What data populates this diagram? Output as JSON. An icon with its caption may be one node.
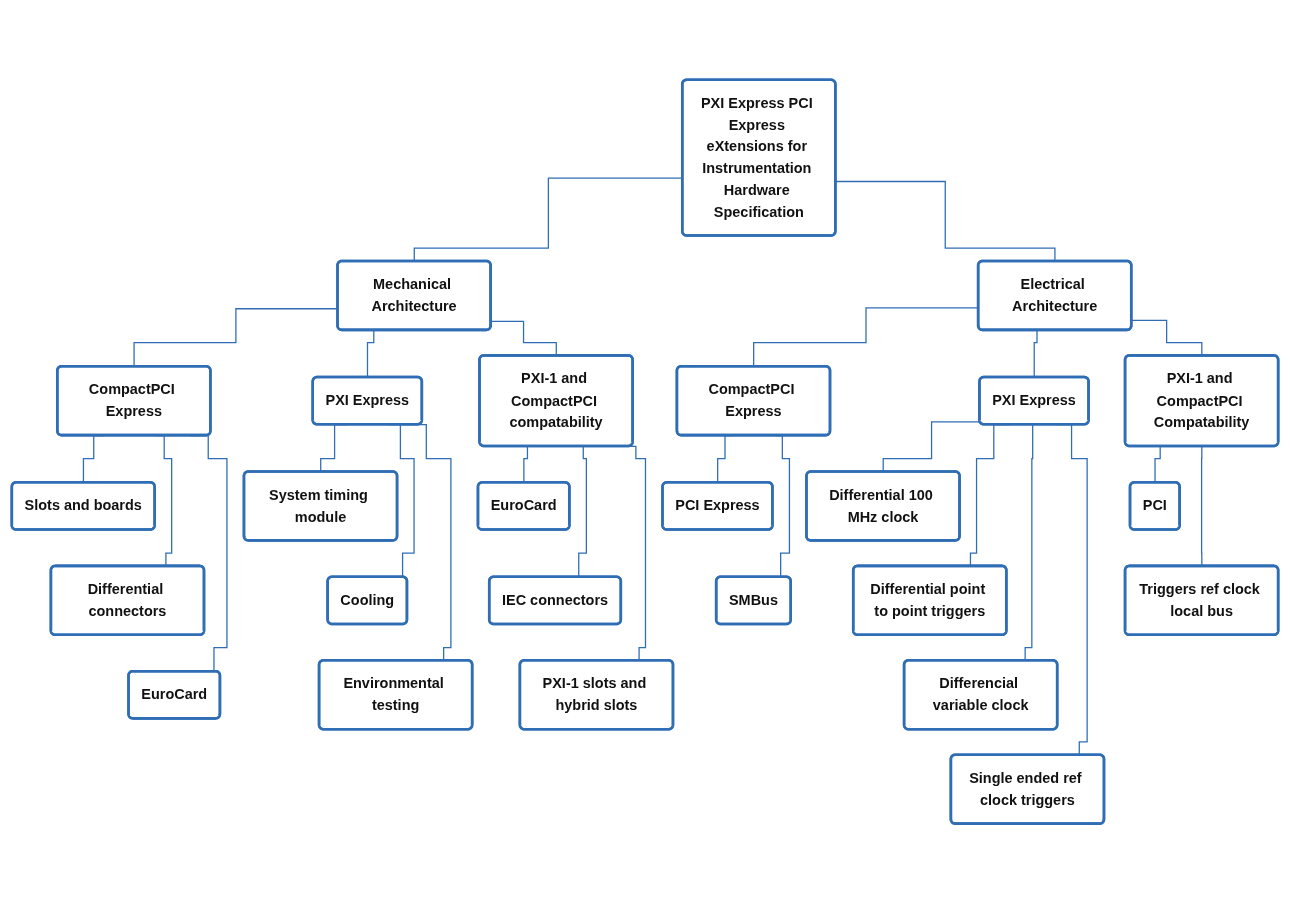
{
  "diagram": {
    "nodes": [
      {
        "text": [
          "PXI Express PCI Express eXtensions for Instrumentation Hardware Specification"
        ]
      },
      {
        "text": [
          "Mechanical Architecture"
        ]
      },
      {
        "text": [
          "Electrical Architecture"
        ]
      },
      {
        "text": [
          "CompactPCI Express"
        ]
      },
      {
        "text": [
          "PXI Express"
        ]
      },
      {
        "text": [
          "PXI-1 and CompactPCI compatability"
        ]
      },
      {
        "text": [
          "CompactPCI Express"
        ]
      },
      {
        "text": [
          "PXI Express"
        ]
      },
      {
        "text": [
          "PXI-1 and CompactPCI Compatability"
        ]
      },
      {
        "text": [
          "Slots and boards"
        ]
      },
      {
        "text": [
          "Differential connectors"
        ]
      },
      {
        "text": [
          "EuroCard"
        ]
      },
      {
        "text": [
          "System timing module"
        ]
      },
      {
        "text": [
          "Cooling"
        ]
      },
      {
        "text": [
          "Environmental testing"
        ]
      },
      {
        "text": [
          "EuroCard"
        ]
      },
      {
        "text": [
          "IEC connectors"
        ]
      },
      {
        "text": [
          "PXI-1 slots and hybrid slots"
        ]
      },
      {
        "text": [
          "PCI Express"
        ]
      },
      {
        "text": [
          "SMBus"
        ]
      },
      {
        "text": [
          "Differential 100 MHz clock"
        ]
      },
      {
        "text": [
          "Differential point to point triggers"
        ]
      },
      {
        "text": [
          "Differencial variable clock"
        ]
      },
      {
        "text": [
          "Single ended ref clock triggers"
        ]
      },
      {
        "text": [
          "PCI"
        ]
      },
      {
        "text": [
          "Triggers ref clock local bus"
        ]
      }
    ],
    "edges": [
      {
        "from": 0,
        "to": 1,
        "arrow": "none"
      },
      {
        "from": 0,
        "to": 2,
        "arrow": "none"
      },
      {
        "from": 1,
        "to": 3,
        "arrow": "none"
      },
      {
        "from": 1,
        "to": 4,
        "arrow": "none"
      },
      {
        "from": 1,
        "to": 5,
        "arrow": "none"
      },
      {
        "from": 2,
        "to": 6,
        "arrow": "none"
      },
      {
        "from": 2,
        "to": 7,
        "arrow": "none"
      },
      {
        "from": 2,
        "to": 8,
        "arrow": "none"
      },
      {
        "from": 3,
        "to": 9,
        "arrow": "none"
      },
      {
        "from": 3,
        "to": 10,
        "arrow": "none"
      },
      {
        "from": 3,
        "to": 11,
        "arrow": "none"
      },
      {
        "from": 4,
        "to": 12,
        "arrow": "none"
      },
      {
        "from": 4,
        "to": 13,
        "arrow": "none"
      },
      {
        "from": 4,
        "to": 14,
        "arrow": "none"
      },
      {
        "from": 5,
        "to": 15,
        "arrow": "none"
      },
      {
        "from": 5,
        "to": 16,
        "arrow": "none"
      },
      {
        "from": 5,
        "to": 17,
        "arrow": "none"
      },
      {
        "from": 6,
        "to": 18,
        "arrow": "none"
      },
      {
        "from": 6,
        "to": 19,
        "arrow": "none"
      },
      {
        "from": 7,
        "to": 20,
        "arrow": "none"
      },
      {
        "from": 7,
        "to": 21,
        "arrow": "none"
      },
      {
        "from": 7,
        "to": 22,
        "arrow": "none"
      },
      {
        "from": 7,
        "to": 23,
        "arrow": "none"
      },
      {
        "from": 8,
        "to": 24,
        "arrow": "none"
      },
      {
        "from": 8,
        "to": 25,
        "arrow": "none"
      }
    ]
  }
}
